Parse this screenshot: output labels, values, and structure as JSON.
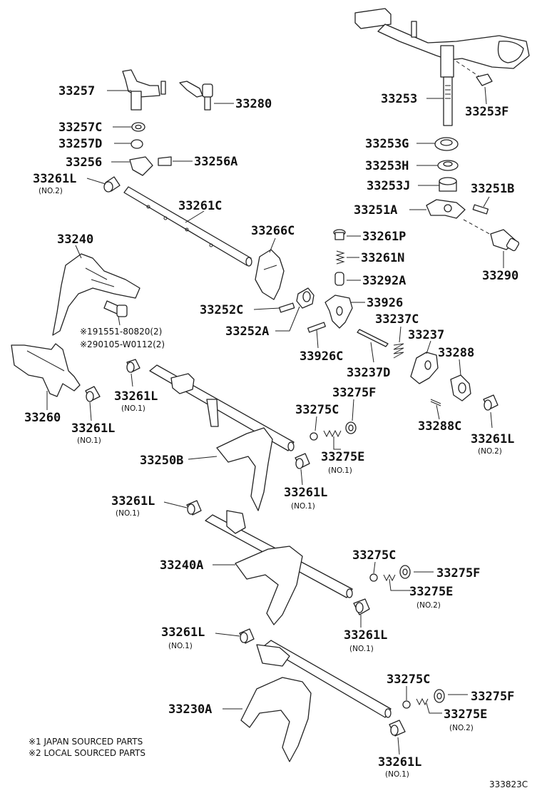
{
  "labels": {
    "p33257": "33257",
    "p33280": "33280",
    "p33257C": "33257C",
    "p33257D": "33257D",
    "p33256": "33256",
    "p33256A": "33256A",
    "p33261L_top": "33261L",
    "no2_top": "(NO.2)",
    "p33261C": "33261C",
    "p33266C": "33266C",
    "p33240": "33240",
    "p33252C": "33252C",
    "p33252A": "33252A",
    "fn1": "※191551-80820(2)",
    "fn2": "※290105-W0112(2)",
    "p33260": "33260",
    "p33261L_a": "33261L",
    "no1_a": "(NO.1)",
    "p33261L_b": "33261L",
    "no1_b": "(NO.1)",
    "p33253": "33253",
    "p33253F": "33253F",
    "p33253G": "33253G",
    "p33253H": "33253H",
    "p33253J": "33253J",
    "p33251B": "33251B",
    "p33251A": "33251A",
    "p33261P": "33261P",
    "p33261N": "33261N",
    "p33292A": "33292A",
    "p33290": "33290",
    "p33926": "33926",
    "p33237C": "33237C",
    "p33237": "33237",
    "p33288": "33288",
    "p33926C": "33926C",
    "p33237D": "33237D",
    "p33288C": "33288C",
    "p33261L_c": "33261L",
    "no2_c": "(NO.2)",
    "p33275F_a": "33275F",
    "p33275C_a": "33275C",
    "p33275E_a": "33275E",
    "no1_d": "(NO.1)",
    "p33250B": "33250B",
    "p33261L_d": "33261L",
    "no1_e": "(NO.1)",
    "p33261L_e": "33261L",
    "no1_f": "(NO.1)",
    "p33240A": "33240A",
    "p33275C_b": "33275C",
    "p33275F_b": "33275F",
    "p33275E_b": "33275E",
    "no2_d": "(NO.2)",
    "p33261L_f": "33261L",
    "no1_g": "(NO.1)",
    "p33261L_g": "33261L",
    "no1_h": "(NO.1)",
    "p33230A": "33230A",
    "p33275C_c": "33275C",
    "p33275F_c": "33275F",
    "p33275E_c": "33275E",
    "no2_e": "(NO.2)",
    "p33261L_h": "33261L",
    "no1_i": "(NO.1)"
  },
  "notes": {
    "n1": "※1 JAPAN SOURCED PARTS",
    "n2": "※2 LOCAL SOURCED PARTS"
  },
  "illustration_code": "333823C"
}
